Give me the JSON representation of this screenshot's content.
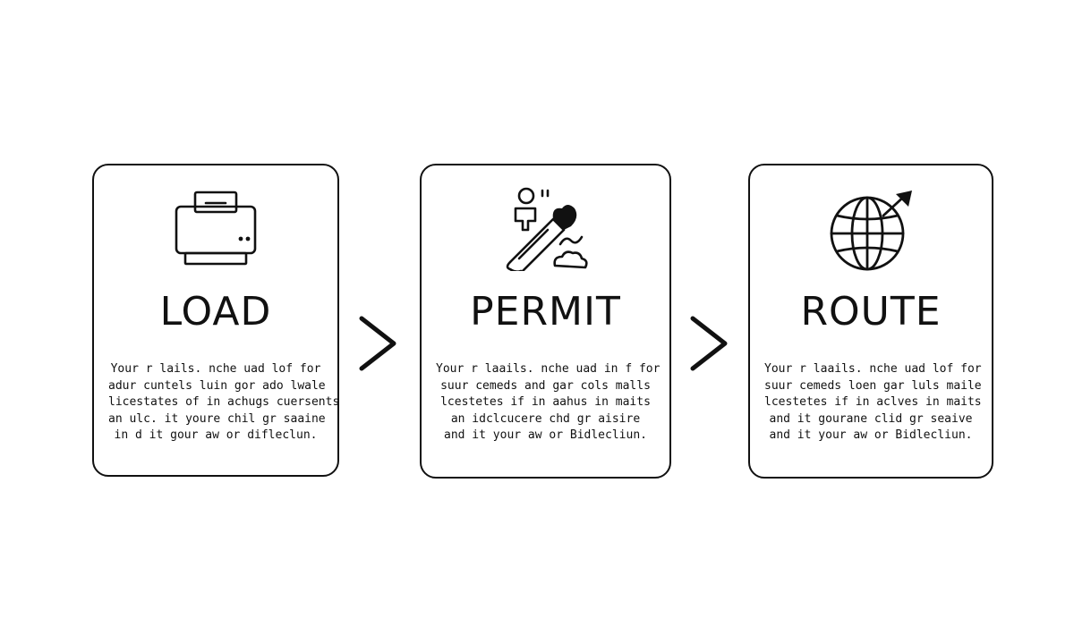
{
  "steps": [
    {
      "title": "LOAD",
      "icon": "printer-icon",
      "lines": [
        "Your r lails. nche uad lof for",
        "adur cuntels luin gor ado lwale",
        "licestates of in achugs cuersents",
        "an ulc. it youre chil gr saaine",
        "in d it gour aw or difleclun."
      ]
    },
    {
      "title": "PERMIT",
      "icon": "pen-signature-icon",
      "lines": [
        "Your r laails. nche uad in f for",
        "suur cemeds and gar cols malls",
        "lcestetes if in aahus in maits",
        "an idclcucere chd gr aisire",
        "and it your aw or Bidlecliun."
      ]
    },
    {
      "title": "ROUTE",
      "icon": "globe-arrow-icon",
      "lines": [
        "Your r laails. nche uad lof for",
        "suur cemeds loen gar luls maile",
        "lcestetes if in aclves in maits",
        "and it gourane clid gr seaive",
        "and it your aw or Bidlecliun."
      ]
    }
  ],
  "connectors": [
    "chevron-right-icon",
    "chevron-right-icon"
  ]
}
